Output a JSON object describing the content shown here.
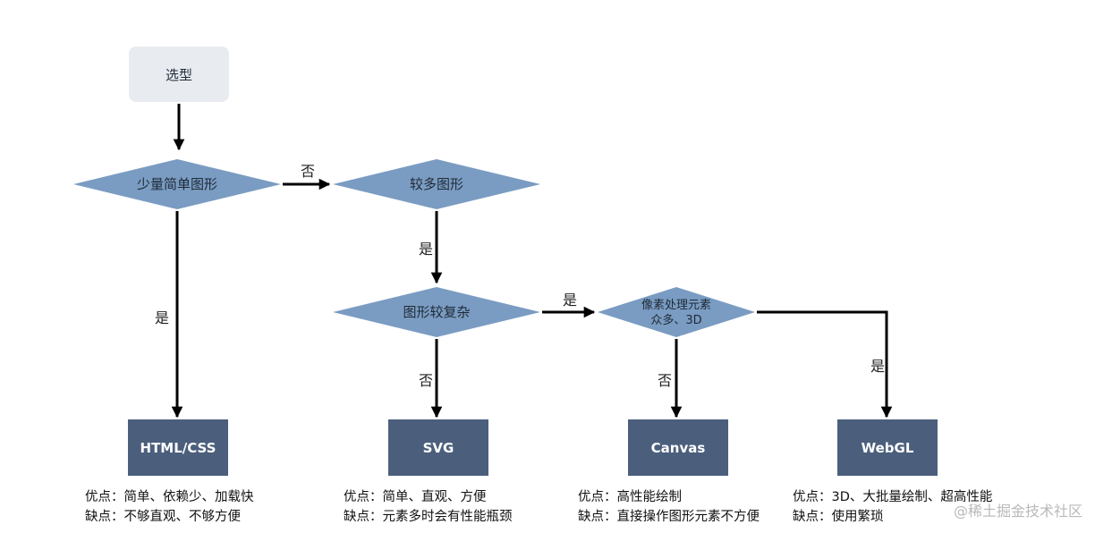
{
  "nodes": {
    "start": "选型",
    "q_few_simple": "少量简单图形",
    "q_many": "较多图形",
    "q_complex": "图形较复杂",
    "q_pixel_line1": "像素处理元素",
    "q_pixel_line2": "众多、3D"
  },
  "results": {
    "html_css": "HTML/CSS",
    "svg": "SVG",
    "canvas": "Canvas",
    "webgl": "WebGL"
  },
  "edges": {
    "few_no": "否",
    "few_yes": "是",
    "many_yes": "是",
    "complex_yes": "是",
    "complex_no": "否",
    "pixel_no": "否",
    "pixel_yes": "是"
  },
  "descriptions": {
    "html_css": {
      "pros": "优点：简单、依赖少、加载快",
      "cons": "缺点：不够直观、不够方便"
    },
    "svg": {
      "pros": "优点：简单、直观、方便",
      "cons": "缺点：元素多时会有性能瓶颈"
    },
    "canvas": {
      "pros": "优点：高性能绘制",
      "cons": "缺点：直接操作图形元素不方便"
    },
    "webgl": {
      "pros": "优点：3D、大批量绘制、超高性能",
      "cons": "缺点：使用繁琐"
    }
  },
  "watermark": "@稀土掘金技术社区",
  "colors": {
    "start_fill": "#e8ecf0",
    "diamond_fill": "#7a9cc2",
    "result_fill": "#4b5f7d",
    "arrow": "#000000"
  }
}
